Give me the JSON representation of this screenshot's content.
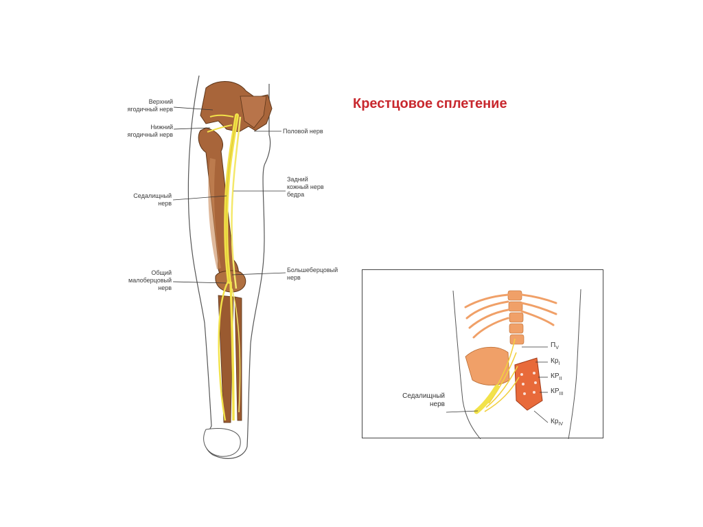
{
  "title": "Крестцовое сплетение",
  "leg_labels": {
    "superior_gluteal_line1": "Верхний",
    "superior_gluteal_line2": "ягодичный нерв",
    "inferior_gluteal_line1": "Нижний",
    "inferior_gluteal_line2": "ягодичный нерв",
    "pudendal": "Половой нерв",
    "posterior_cutaneous_line1": "Задний",
    "posterior_cutaneous_line2": "кожный нерв",
    "posterior_cutaneous_line3": "бедра",
    "sciatic_line1": "Седалищный",
    "sciatic_line2": "нерв",
    "common_peroneal_line1": "Общий",
    "common_peroneal_line2": "малоберцовый",
    "common_peroneal_line3": "нерв",
    "tibial_line1": "Большеберцовый",
    "tibial_line2": "нерв"
  },
  "inset_labels": {
    "sciatic_line1": "Седалищный",
    "sciatic_line2": "нерв",
    "lv_base": "П",
    "lv_sub": "V",
    "s1_base": "Кр",
    "s1_sub": "I",
    "s2_base": "КР",
    "s2_sub": "II",
    "s3_base": "КР",
    "s3_sub": "III",
    "s4_base": "Кр",
    "s4_sub": "IV"
  },
  "colors": {
    "title": "#c8282e",
    "bone": "#a8653a",
    "nerve": "#f2e24a",
    "inset_bone": "#f0a068",
    "sacrum": "#e86a3a"
  }
}
